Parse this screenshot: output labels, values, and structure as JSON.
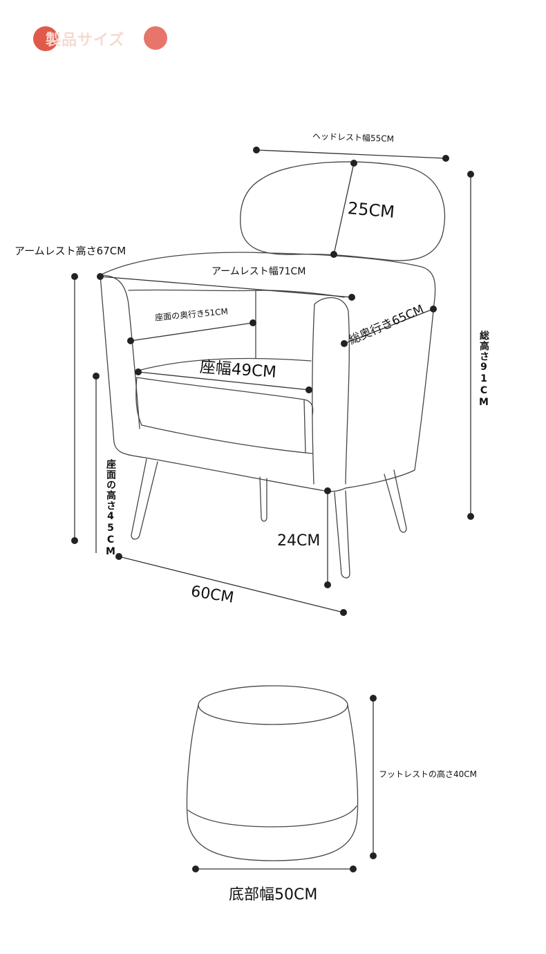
{
  "badge": {
    "title": "製品サイズ"
  },
  "labels": {
    "headrest_width": "ヘッドレスト幅55CM",
    "headrest_height": "25CM",
    "armrest_height": "アームレスト高さ67CM",
    "armrest_width": "アームレスト幅71CM",
    "seat_depth": "座面の奥行き51CM",
    "total_depth": "総奥行き65CM",
    "seat_width": "座幅49CM",
    "total_height": "総高さ91CM",
    "seat_height": "座面の高さ45CM",
    "leg_height": "24CM",
    "depth_60": "60CM",
    "footrest_height": "フットレストの高さ40CM",
    "bottom_width": "底部幅50CM"
  },
  "colors": {
    "badge": "#e05a4a",
    "line": "#333333",
    "dot": "#222222"
  }
}
